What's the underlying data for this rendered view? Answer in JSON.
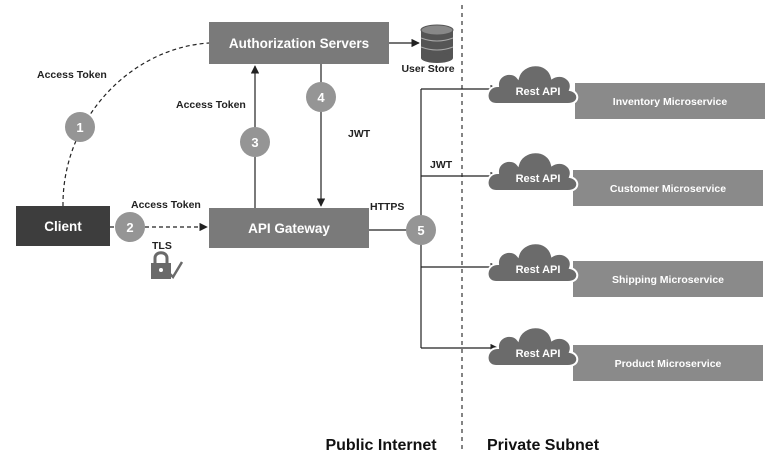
{
  "auth_server": {
    "label": "Authorization Servers"
  },
  "user_store": {
    "label": "User Store"
  },
  "client": {
    "label": "Client"
  },
  "api_gateway": {
    "label": "API Gateway"
  },
  "steps": [
    "1",
    "2",
    "3",
    "4",
    "5"
  ],
  "labels": {
    "access_token_client": "Access Token",
    "access_token_gateway": "Access Token",
    "access_token_auth": "Access Token",
    "jwt_auth": "JWT",
    "jwt_services": "JWT",
    "https": "HTTPS",
    "tls": "TLS"
  },
  "services": [
    {
      "api_label": "Rest API",
      "name": "Inventory Microservice"
    },
    {
      "api_label": "Rest API",
      "name": "Customer Microservice"
    },
    {
      "api_label": "Rest API",
      "name": "Shipping Microservice"
    },
    {
      "api_label": "Rest API",
      "name": "Product Microservice"
    }
  ],
  "zones": {
    "public": "Public Internet",
    "private": "Private Subnet"
  },
  "colors": {
    "dark_box": "#3d3d3d",
    "medium_box": "#7a7a7a",
    "cloud": "#6b6b6b",
    "service_box": "#8a8a8a",
    "step_circle": "#959595",
    "line": "#222222"
  }
}
